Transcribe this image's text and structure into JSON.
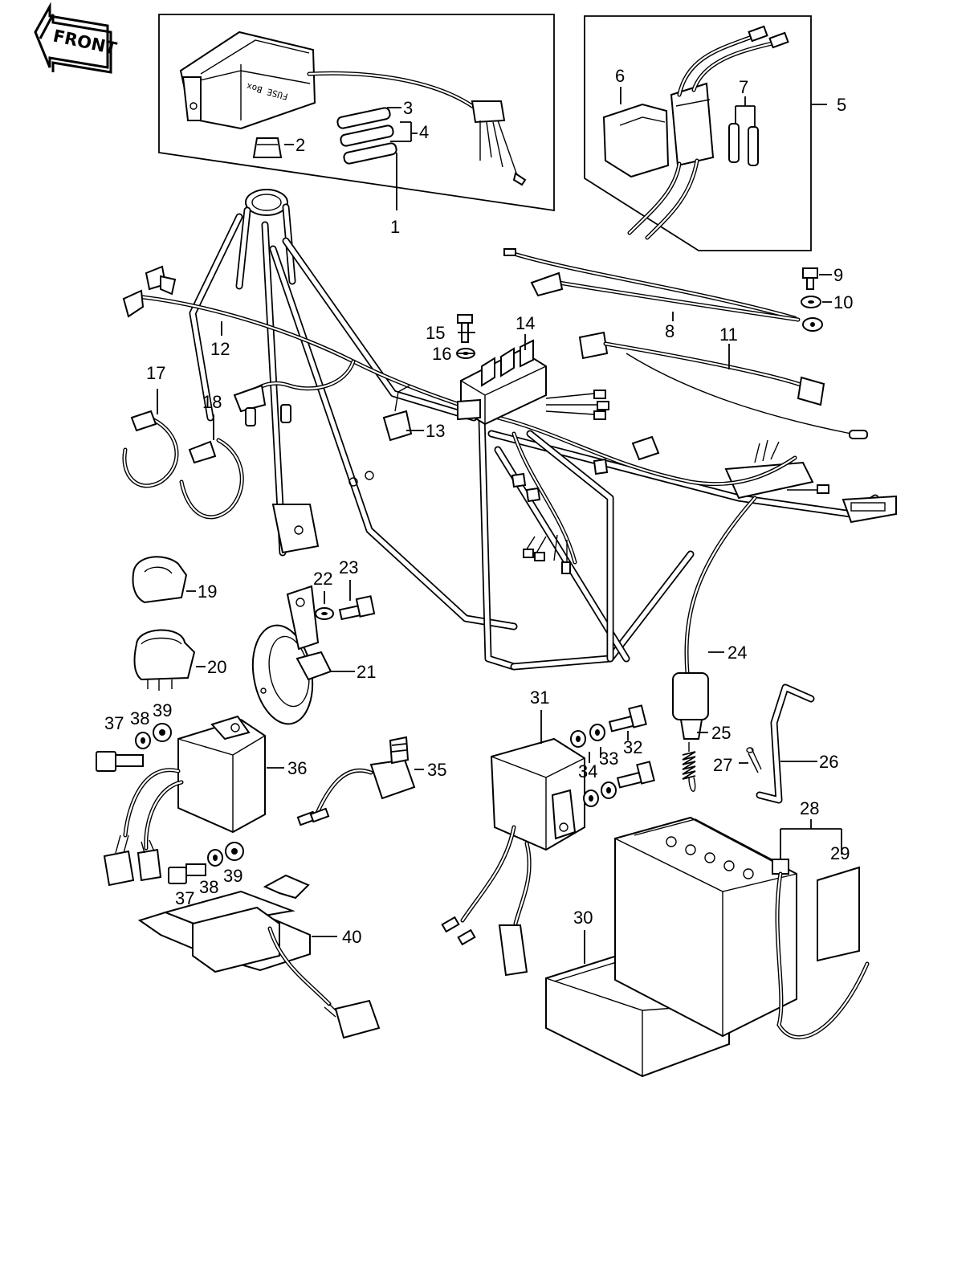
{
  "direction_badge": {
    "text": "FRONT"
  },
  "fuse_box_label": "FUSE Box",
  "callouts": [
    {
      "id": "1",
      "text": "1"
    },
    {
      "id": "2",
      "text": "2"
    },
    {
      "id": "3",
      "text": "3"
    },
    {
      "id": "4",
      "text": "4"
    },
    {
      "id": "5",
      "text": "5"
    },
    {
      "id": "6",
      "text": "6"
    },
    {
      "id": "7",
      "text": "7"
    },
    {
      "id": "8",
      "text": "8"
    },
    {
      "id": "9",
      "text": "9"
    },
    {
      "id": "10",
      "text": "10"
    },
    {
      "id": "11",
      "text": "11"
    },
    {
      "id": "12",
      "text": "12"
    },
    {
      "id": "13",
      "text": "13"
    },
    {
      "id": "14",
      "text": "14"
    },
    {
      "id": "15",
      "text": "15"
    },
    {
      "id": "16",
      "text": "16"
    },
    {
      "id": "17",
      "text": "17"
    },
    {
      "id": "18",
      "text": "18"
    },
    {
      "id": "19",
      "text": "19"
    },
    {
      "id": "20",
      "text": "20"
    },
    {
      "id": "21",
      "text": "21"
    },
    {
      "id": "22",
      "text": "22"
    },
    {
      "id": "23",
      "text": "23"
    },
    {
      "id": "24",
      "text": "24"
    },
    {
      "id": "25",
      "text": "25"
    },
    {
      "id": "26",
      "text": "26"
    },
    {
      "id": "27",
      "text": "27"
    },
    {
      "id": "28",
      "text": "28"
    },
    {
      "id": "29",
      "text": "29"
    },
    {
      "id": "30",
      "text": "30"
    },
    {
      "id": "31",
      "text": "31"
    },
    {
      "id": "32",
      "text": "32"
    },
    {
      "id": "33",
      "text": "33"
    },
    {
      "id": "34",
      "text": "34"
    },
    {
      "id": "35",
      "text": "35"
    },
    {
      "id": "36",
      "text": "36"
    },
    {
      "id": "37a",
      "text": "37"
    },
    {
      "id": "38a",
      "text": "38"
    },
    {
      "id": "39a",
      "text": "39"
    },
    {
      "id": "37b",
      "text": "37"
    },
    {
      "id": "38b",
      "text": "38"
    },
    {
      "id": "39b",
      "text": "39"
    },
    {
      "id": "40",
      "text": "40"
    }
  ]
}
